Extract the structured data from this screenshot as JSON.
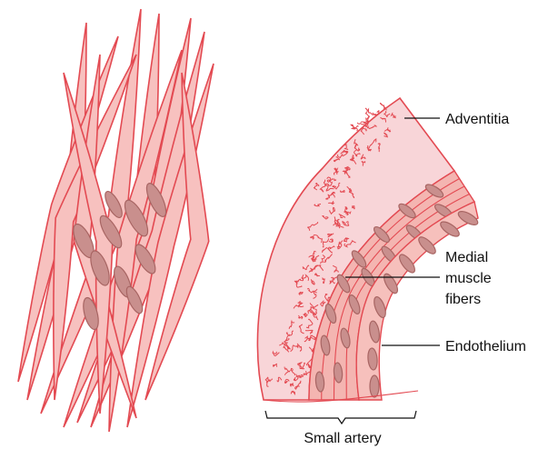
{
  "labels": {
    "adventitia": "Adventitia",
    "medial_line1": "Medial",
    "medial_line2": "muscle",
    "medial_line3": "fibers",
    "endothelium": "Endothelium",
    "small_artery": "Small artery"
  },
  "colors": {
    "stroke": "#e34a52",
    "fiber_fill": "#f7c1bf",
    "nucleus_fill": "#c98f8d",
    "adventitia_fill": "#f8d5d8"
  }
}
